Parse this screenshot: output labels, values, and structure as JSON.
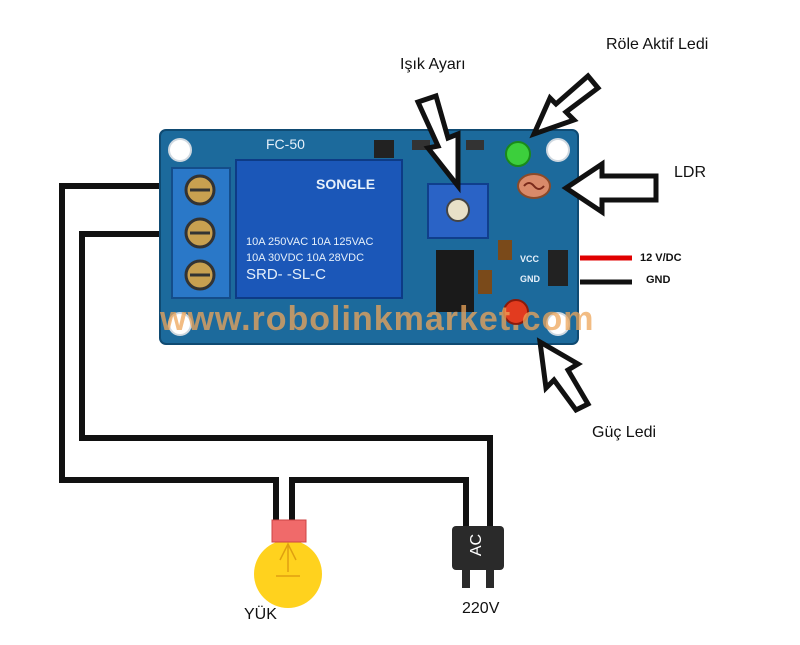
{
  "labels": {
    "light_adjust": "Işık Ayarı",
    "relay_led": "Röle Aktif Ledi",
    "ldr": "LDR",
    "power_12v": "12 V/DC",
    "gnd": "GND",
    "power_led": "Güç Ledi",
    "load": "YÜK",
    "mains": "220V"
  },
  "board": {
    "model": "FC-50",
    "relay_brand": "SONGLE",
    "relay_line1": "10A 250VAC  10A 125VAC",
    "relay_line2": "10A  30VDC  10A 28VDC",
    "relay_model": "SRD-     -SL-C",
    "pin_vcc": "VCC",
    "pin_gnd": "GND",
    "plug_text": "AC"
  },
  "watermark": "www.robolinkmarket.com",
  "colors": {
    "board": "#1c6a9c",
    "relay": "#1b57b8",
    "vcc_wire": "#e00000",
    "gnd_wire": "#111111",
    "bulb": "#ffd21e",
    "bulb_cap": "#f06a6a",
    "led_green": "#3ccf3c",
    "led_red": "#e23b1f",
    "watermark": "#eea55a"
  }
}
